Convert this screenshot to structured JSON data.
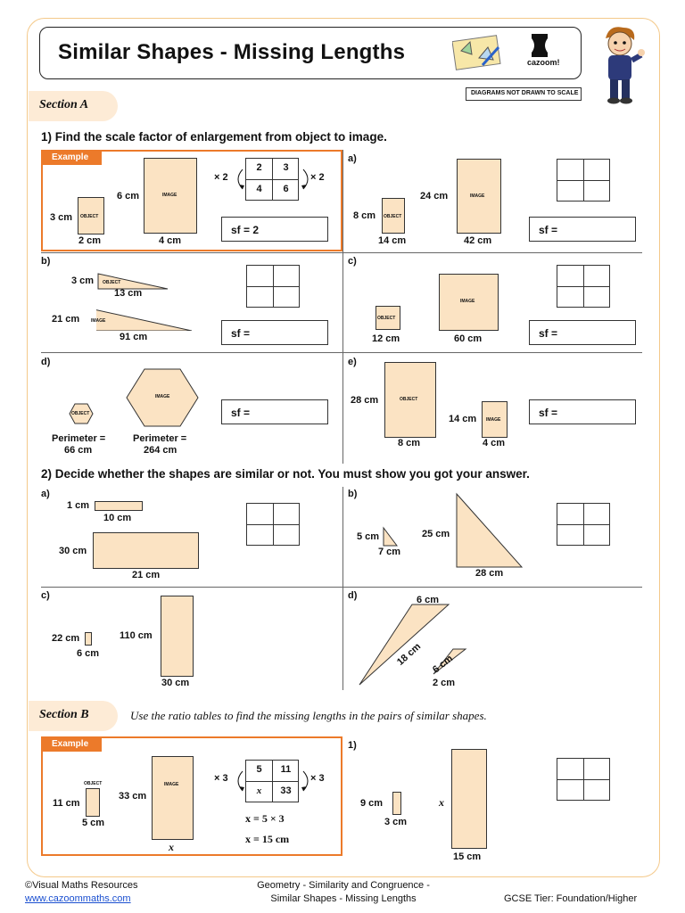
{
  "title": "Similar Shapes - Missing Lengths",
  "brand": "cazoom!",
  "note": "DIAGRAMS NOT DRAWN TO SCALE",
  "sectionA": {
    "label": "Section A",
    "q1": "1)  Find the scale factor of enlargement from object to image.",
    "q2": "2)  Decide whether the shapes are similar or not. You must show you got your answer."
  },
  "sectionB": {
    "label": "Section B",
    "instruction": "Use the ratio tables to find the missing lengths in the pairs of similar shapes."
  },
  "common": {
    "example": "Example",
    "object": "OBJECT",
    "image": "IMAGE",
    "sf": "sf  =",
    "x": "x"
  },
  "q1ex": {
    "h1": "3 cm",
    "w1": "2 cm",
    "h2": "6 cm",
    "w2": "4 cm",
    "t": [
      "2",
      "3",
      "4",
      "6"
    ],
    "mul": "× 2",
    "sf": "sf  =  2"
  },
  "q1a": {
    "part": "a)",
    "h1": "8 cm",
    "w1": "14 cm",
    "h2": "24 cm",
    "w2": "42 cm"
  },
  "q1b": {
    "part": "b)",
    "h1": "3 cm",
    "w1": "13 cm",
    "h2": "21 cm",
    "w2": "91 cm"
  },
  "q1c": {
    "part": "c)",
    "w1": "12 cm",
    "w2": "60 cm"
  },
  "q1d": {
    "part": "d)",
    "p1a": "Perimeter =",
    "p1b": "66 cm",
    "p2a": "Perimeter =",
    "p2b": "264 cm"
  },
  "q1e": {
    "part": "e)",
    "h1": "28 cm",
    "w1": "8 cm",
    "h2": "14 cm",
    "w2": "4 cm"
  },
  "q2a": {
    "part": "a)",
    "h1": "1 cm",
    "w1": "10 cm",
    "h2": "30 cm",
    "w2": "21 cm"
  },
  "q2b": {
    "part": "b)",
    "h1": "5 cm",
    "w1": "7 cm",
    "h2": "25 cm",
    "w2": "28 cm"
  },
  "q2c": {
    "part": "c)",
    "h1": "22 cm",
    "w1": "6 cm",
    "h2": "110 cm",
    "w2": "30 cm"
  },
  "q2d": {
    "part": "d)",
    "top": "6 cm",
    "hyp": "18 cm",
    "s1": "6 cm",
    "s2": "2 cm"
  },
  "bex": {
    "h1": "11 cm",
    "w1": "5 cm",
    "h2": "33 cm",
    "t": [
      "5",
      "11",
      "x",
      "33"
    ],
    "mul": "× 3",
    "eq1": "x = 5 × 3",
    "eq2": "x = 15 cm"
  },
  "b1": {
    "part": "1)",
    "h1": "9 cm",
    "w1": "3 cm",
    "w2": "15 cm"
  },
  "footer": {
    "copy": "©Visual Maths Resources",
    "url": "www.cazoommaths.com",
    "topic1": "Geometry - Similarity and Congruence -",
    "topic2": "Similar Shapes - Missing Lengths",
    "tier": "GCSE Tier: Foundation/Higher"
  }
}
